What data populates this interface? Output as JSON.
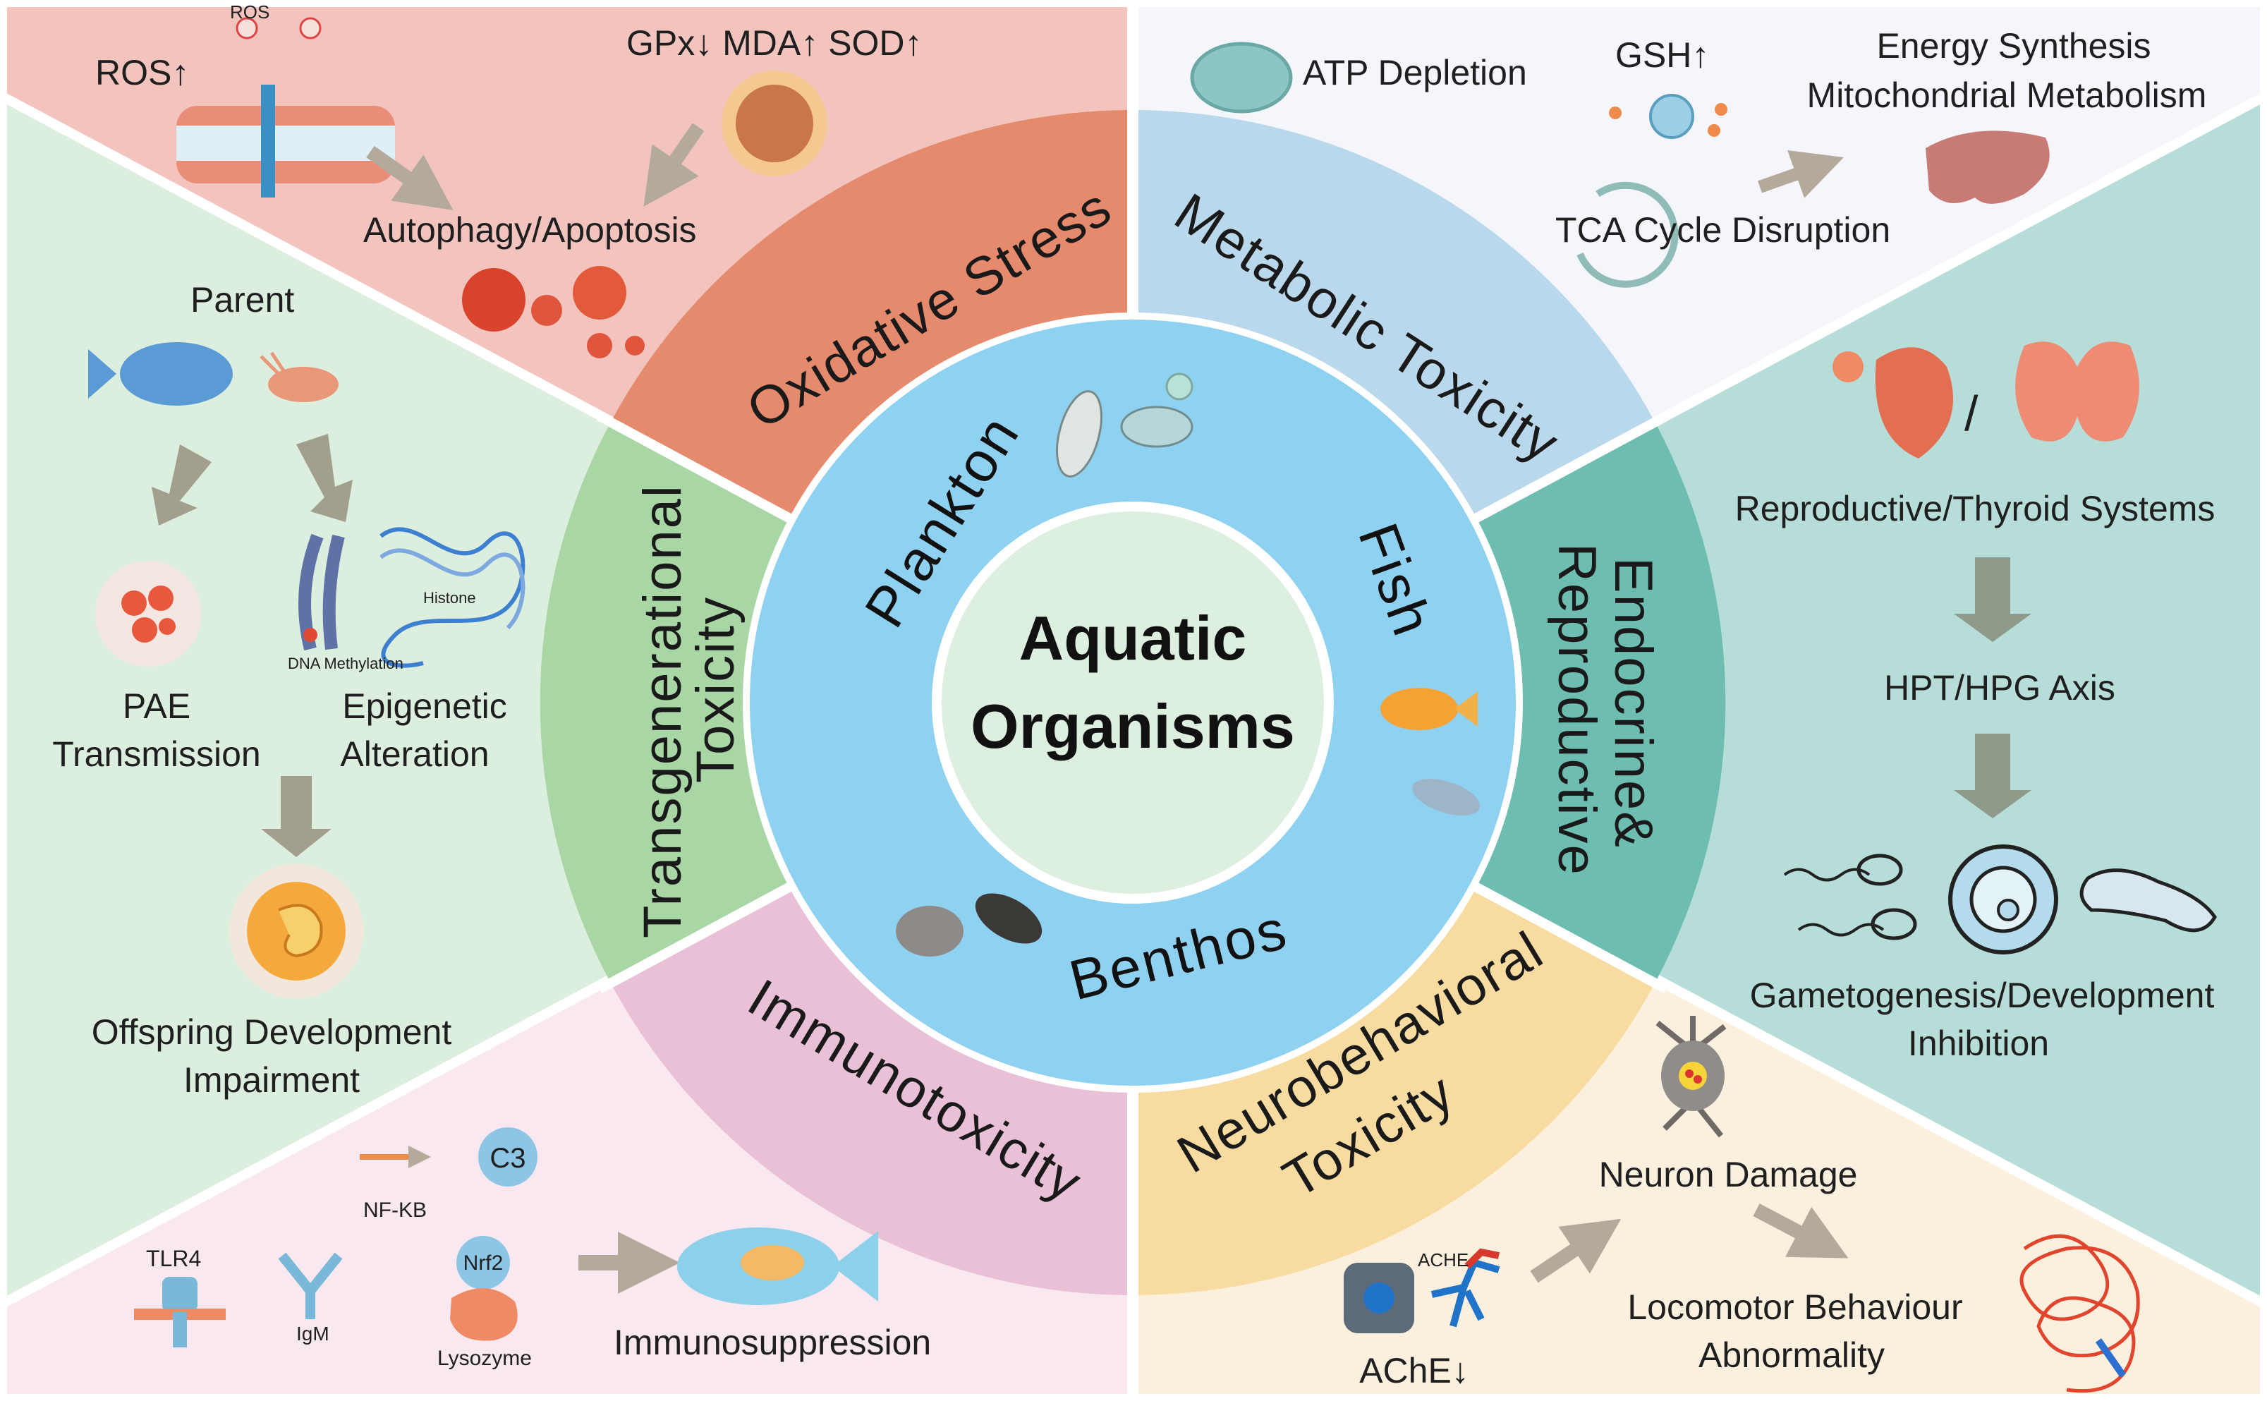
{
  "center": {
    "line1": "Aquatic",
    "line2": "Organisms"
  },
  "organisms": {
    "plankton": "Plankton",
    "fish": "Fish",
    "benthos": "Benthos"
  },
  "ring": {
    "oxidative": "Oxidative Stress",
    "metabolic": "Metabolic Toxicity",
    "endocrine_line1": "Endocrine&",
    "endocrine_line2": "Reproductive",
    "neuro_line1": "Neurobehavioral",
    "neuro_line2": "Toxicity",
    "immuno": "Immunotoxicity",
    "trans_line1": "Transgenerational",
    "trans_line2": "Toxicity"
  },
  "oxidative": {
    "ros": "ROS↑",
    "markers": "GPx↓ MDA↑ SOD↑",
    "outcome": "Autophagy/Apoptosis",
    "ros_tag": "ROS"
  },
  "metabolic": {
    "atp": "ATP Depletion",
    "gsh": "GSH↑",
    "energy_line1": "Energy Synthesis",
    "energy_line2": "Mitochondrial Metabolism",
    "tca": "TCA Cycle Disruption"
  },
  "endocrine": {
    "systems": "Reproductive/Thyroid Systems",
    "slash": "/",
    "axis": "HPT/HPG Axis",
    "outcome_line1": "Gametogenesis/Development",
    "outcome_line2": "Inhibition"
  },
  "neuro": {
    "neuron": "Neuron Damage",
    "ache_label": "ACHE",
    "ache": "AChE↓",
    "loco_line1": "Locomotor Behaviour",
    "loco_line2": "Abnormality"
  },
  "immuno": {
    "nfkb": "NF-KB",
    "c3": "C3",
    "tlr4": "TLR4",
    "igm": "IgM",
    "nrf2": "Nrf2",
    "lysozyme": "Lysozyme",
    "outcome": "Immunosuppression"
  },
  "trans": {
    "parent": "Parent",
    "histone": "Histone",
    "dna_meth": "DNA Methylation",
    "pae_line1": "PAE",
    "pae_line2": "Transmission",
    "epi_line1": "Epigenetic",
    "epi_line2": "Alteration",
    "offspring_line1": "Offspring Development",
    "offspring_line2": "Impairment"
  },
  "colors": {
    "oxidative_bg": "#f2c4bd",
    "oxidative_ring": "#e58a6c",
    "metabolic_bg": "#f4f6fb",
    "metabolic_ring": "#b9d8eb",
    "endocrine_bg": "#b6ddd7",
    "endocrine_ring": "#6dbdb0",
    "neuro_bg": "#fbf0de",
    "neuro_ring": "#f8dba0",
    "immuno_bg": "#f9e8ef",
    "immuno_ring": "#e9c0d6",
    "trans_bg": "#dceedd",
    "trans_ring": "#a8d6a4",
    "inner_ring": "#8fd1f1",
    "center": "#ddf0e0",
    "arrow": "#b3aa9c"
  }
}
